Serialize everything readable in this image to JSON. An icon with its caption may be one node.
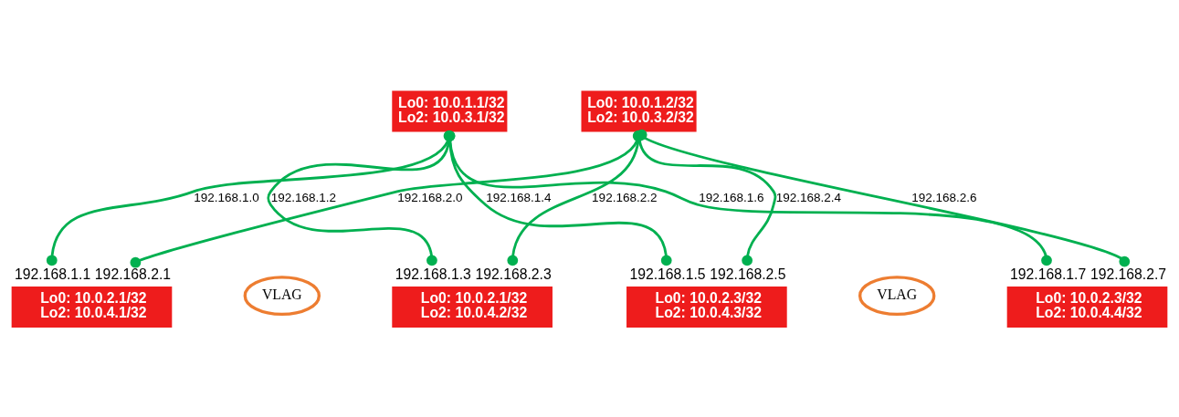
{
  "diagram": {
    "nodes": [
      {
        "text": [
          "Lo0: 10.0.1.1/32",
          "Lo2: 10.0.3.1/32"
        ]
      },
      {
        "text": [
          "Lo0: 10.0.1.2/32",
          "Lo2: 10.0.3.2/32"
        ]
      },
      {
        "text": [
          "Lo0: 10.0.2.1/32",
          "Lo2: 10.0.4.1/32"
        ],
        "beside": [
          "192.168.1.1",
          "192.168.2.1"
        ]
      },
      {
        "text": [
          "VLAG"
        ]
      },
      {
        "text": [
          "Lo0: 10.0.2.1/32",
          "Lo2: 10.0.4.2/32"
        ],
        "beside": [
          "192.168.1.3",
          "192.168.2.3"
        ]
      },
      {
        "text": [
          "Lo0: 10.0.2.3/32",
          "Lo2: 10.0.4.3/32"
        ],
        "beside": [
          "192.168.1.5",
          "192.168.2.5"
        ]
      },
      {
        "text": [
          "VLAG"
        ]
      },
      {
        "text": [
          "Lo0: 10.0.2.3/32",
          "Lo2: 10.0.4.4/32"
        ],
        "beside": [
          "192.168.1.7",
          "192.168.2.7"
        ]
      }
    ],
    "edges": [
      {
        "from": 0,
        "to": 2,
        "arrow": "other",
        "label": "192.168.1.0"
      },
      {
        "from": 0,
        "to": 4,
        "arrow": "other",
        "label": "192.168.1.2"
      },
      {
        "from": 0,
        "to": 5,
        "arrow": "other",
        "label": "192.168.1.4"
      },
      {
        "from": 0,
        "to": 7,
        "arrow": "other",
        "label": "192.168.1.6"
      },
      {
        "from": 1,
        "to": 2,
        "arrow": "other",
        "label": "192.168.2.0"
      },
      {
        "from": 1,
        "to": 4,
        "arrow": "other",
        "label": "192.168.2.2"
      },
      {
        "from": 1,
        "to": 5,
        "arrow": "other",
        "label": "192.168.2.4"
      },
      {
        "from": 1,
        "to": 7,
        "arrow": "other",
        "label": "192.168.2.6"
      }
    ]
  }
}
